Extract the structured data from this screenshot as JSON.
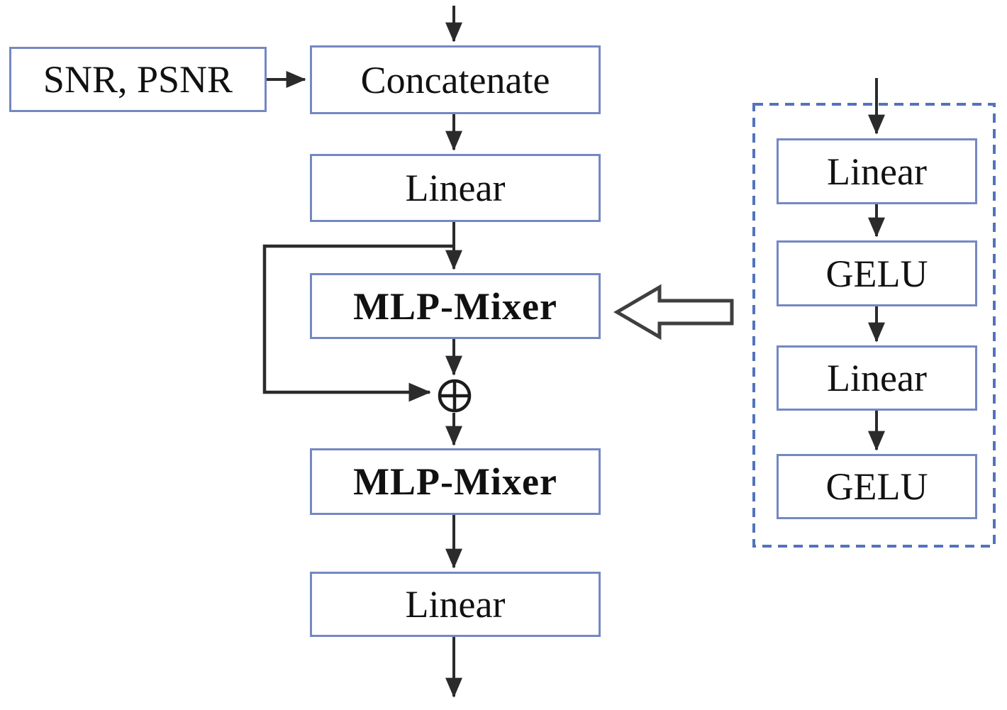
{
  "colors": {
    "box_border": "#7488c2",
    "dashed_border": "#5273bd",
    "arrow": "#2b2b2b",
    "block_arrow_outline": "#3f3f3f",
    "background": "#ffffff",
    "text": "#111111"
  },
  "main_flow": {
    "side_input_label": "SNR, PSNR",
    "concatenate_label": "Concatenate",
    "linear_in_label": "Linear",
    "mixer1_label": "MLP-Mixer",
    "sum_symbol": "⊕",
    "mixer2_label": "MLP-Mixer",
    "linear_out_label": "Linear"
  },
  "mixer_detail": {
    "blocks": [
      {
        "label": "Linear"
      },
      {
        "label": "GELU"
      },
      {
        "label": "Linear"
      },
      {
        "label": "GELU"
      }
    ]
  }
}
